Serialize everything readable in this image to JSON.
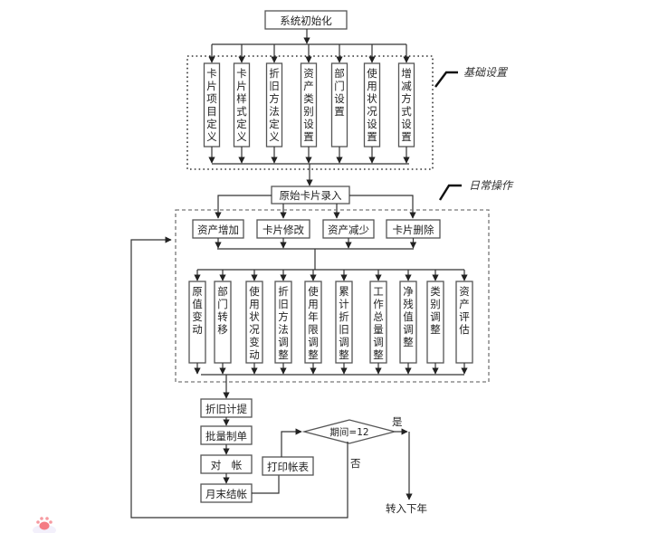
{
  "diagram": {
    "title_node": "系统初始化",
    "group_basic": {
      "label": "基础设置",
      "items": [
        "卡片项目定义",
        "卡片样式定义",
        "折旧方法定义",
        "资产类别设置",
        "部门设置",
        "使用状况设置",
        "增减方式设置"
      ]
    },
    "entry_node": "原始卡片录入",
    "group_daily": {
      "label": "日常操作",
      "top_items": [
        "资产增加",
        "卡片修改",
        "资产减少",
        "卡片删除"
      ],
      "bottom_items": [
        "原值变动",
        "部门转移",
        "使用状况变动",
        "折旧方法调整",
        "使用年限调整",
        "累计折旧调整",
        "工作总量调整",
        "净残值调整",
        "类别调整",
        "资产评估"
      ]
    },
    "process": [
      "折旧计提",
      "批量制单",
      "对　帐",
      "月末结帐"
    ],
    "print_node": "打印帐表",
    "decision": {
      "text": "期间=12",
      "yes_label": "是",
      "no_label": "否"
    },
    "end_node": "转入下年"
  },
  "watermark": {
    "icon": "paw-icon",
    "color": "#f47c84"
  }
}
